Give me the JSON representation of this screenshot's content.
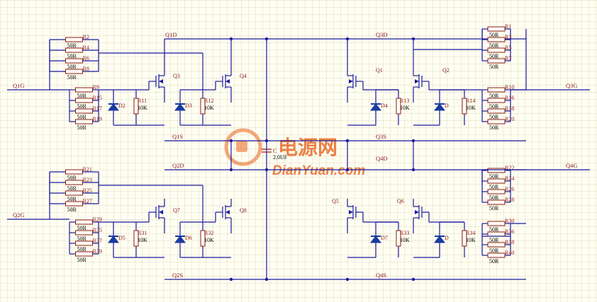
{
  "gate_inputs": [
    "Q1G",
    "Q2G",
    "Q3G",
    "Q4G"
  ],
  "net_labels": [
    "Q1D",
    "Q1S",
    "Q2D",
    "Q2S",
    "Q3D",
    "Q3S",
    "Q4D",
    "Q4S"
  ],
  "transistors": [
    "Q1",
    "Q2",
    "Q3",
    "Q4",
    "Q5",
    "Q6",
    "Q7",
    "Q8"
  ],
  "gate_resistor_value": "50R",
  "pulldown_value": "10K",
  "resistor_refs": {
    "q1_top": [
      "R2",
      "R4",
      "R6",
      "R8"
    ],
    "q1_bot": [
      "R9",
      "R15",
      "R17",
      "R19"
    ],
    "q2_top": [
      "R21",
      "R23",
      "R25",
      "R27"
    ],
    "q2_bot": [
      "R29",
      "R35",
      "R37",
      "R39"
    ],
    "q3_top": [
      "R1",
      "R3",
      "R5",
      "R7"
    ],
    "q3_bot": [
      "R10",
      "R16",
      "R18",
      "R20"
    ],
    "q4_top": [
      "R22",
      "R24",
      "R26",
      "R28"
    ],
    "q4_bot": [
      "R30",
      "R36",
      "R38",
      "R40"
    ]
  },
  "pulldowns": {
    "a": "R11",
    "b": "R12",
    "c": "R13",
    "d": "R14",
    "e": "R31",
    "f": "R32",
    "g": "R33",
    "h": "R34"
  },
  "diodes": {
    "a": "D2",
    "b": "D3",
    "c": "D4",
    "d": "D",
    "e": "D5",
    "f": "D6",
    "g": "D7",
    "h": "D"
  },
  "capacitor": {
    "ref": "C",
    "value": "2.0UF"
  },
  "watermark": {
    "cn": "电源网",
    "en": "DianYuan.com"
  },
  "colors": {
    "wire": "#1a1aa0",
    "component": "#8a1a1a",
    "diode": "#1a3aa0",
    "watermark": "#e8621c"
  }
}
